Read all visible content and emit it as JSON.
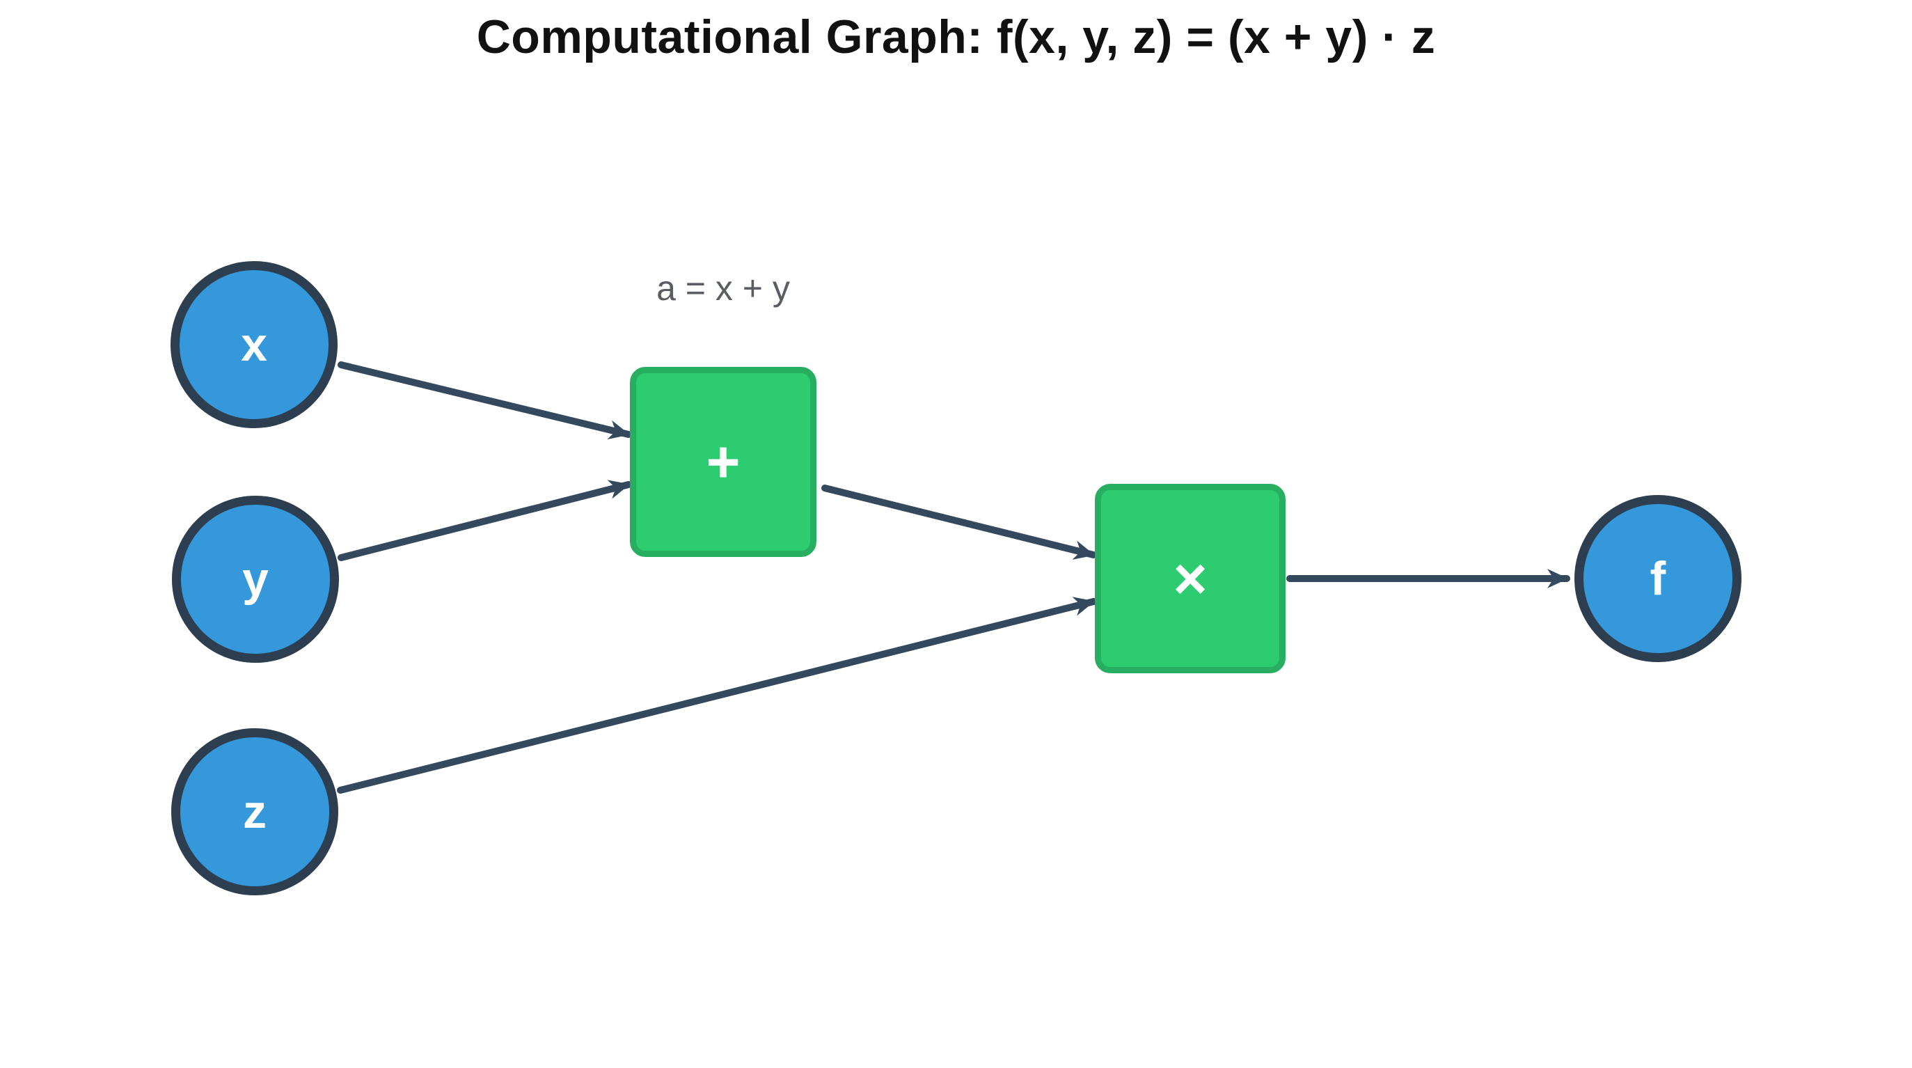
{
  "title": "Computational Graph: f(x, y, z) = (x + y) · z",
  "diagram": {
    "type": "computational-graph",
    "nodes": [
      {
        "id": "x",
        "label": "x",
        "kind": "input",
        "shape": "circle"
      },
      {
        "id": "y",
        "label": "y",
        "kind": "input",
        "shape": "circle"
      },
      {
        "id": "z",
        "label": "z",
        "kind": "input",
        "shape": "circle"
      },
      {
        "id": "plus",
        "label": "+",
        "kind": "operation",
        "shape": "square",
        "annotation": "a = x + y"
      },
      {
        "id": "times",
        "label": "×",
        "kind": "operation",
        "shape": "square"
      },
      {
        "id": "f",
        "label": "f",
        "kind": "output",
        "shape": "circle"
      }
    ],
    "edges": [
      {
        "from": "x",
        "to": "plus"
      },
      {
        "from": "y",
        "to": "plus"
      },
      {
        "from": "plus",
        "to": "times"
      },
      {
        "from": "z",
        "to": "times"
      },
      {
        "from": "times",
        "to": "f"
      }
    ],
    "annotation": "a = x + y"
  },
  "colors": {
    "background": "#ffffff",
    "title_text": "#111111",
    "node_fill_blue": "#3498db",
    "node_border_dark": "#2c3e50",
    "op_fill_green": "#2ecc71",
    "op_border_green": "#27ae60",
    "edge_arrow": "#34495e",
    "annotation_text": "#5a5e64",
    "node_label_text": "#ffffff"
  }
}
